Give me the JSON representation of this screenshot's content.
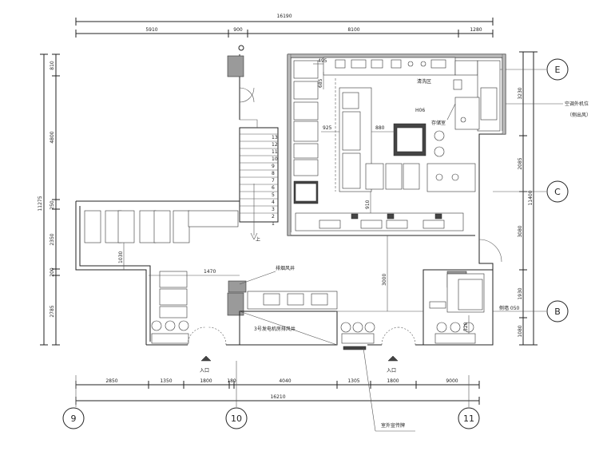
{
  "dims_top_overall": "16190",
  "dims_top": [
    "5910",
    "900",
    "8100",
    "1280"
  ],
  "dims_bottom_overall": "16210",
  "dims_bottom": [
    "2850",
    "1350",
    "1800",
    "180",
    "4040",
    "1305",
    "1800",
    "9000"
  ],
  "dims_left_overall": "11275",
  "dims_left": [
    "810",
    "4800",
    "250",
    "2350",
    "200",
    "2785"
  ],
  "dims_right_overall": "11400",
  "dims_right": [
    "3230",
    "2085",
    "3080",
    "1930",
    "1080"
  ],
  "dims_inner": [
    "495",
    "685",
    "925",
    "880",
    "910",
    "1030",
    "1470",
    "3000",
    "520"
  ],
  "grid_bubbles": {
    "b9": "9",
    "b10": "10",
    "b11": "11",
    "bE": "E",
    "bC": "C",
    "bB": "B"
  },
  "labels": {
    "cleaning": "清洗区",
    "hood": "H06",
    "storage": "存储室",
    "ac_unit": "空调外机位",
    "ac_note": "（侧出风）",
    "exhaust": "排烟风井",
    "fan": "3号发电机房排风井",
    "entry_left": "入口",
    "entry_right": "入口",
    "column_note": "侧墙 050",
    "ad_note": "室外宣传牌",
    "up": "上"
  },
  "stair_numbers": [
    "13",
    "12",
    "11",
    "10",
    "9",
    "8",
    "7",
    "6",
    "5",
    "4",
    "3",
    "2",
    "1"
  ]
}
